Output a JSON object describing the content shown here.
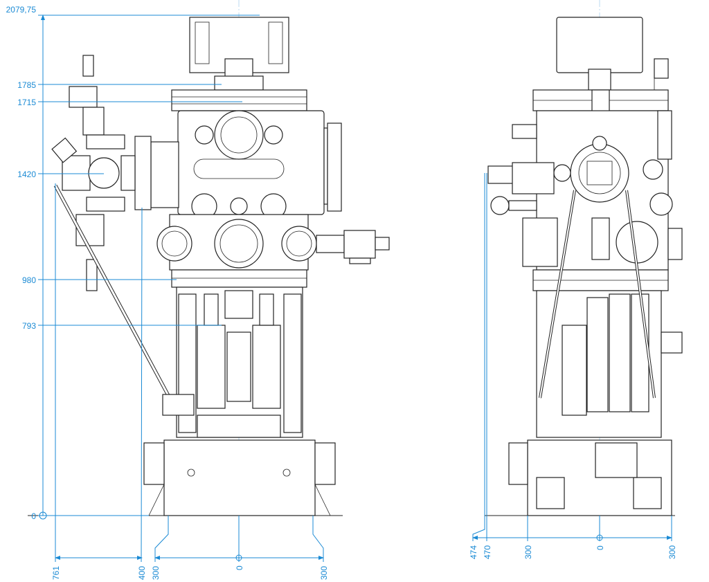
{
  "colors": {
    "dimension": "#1a8ad4",
    "drawing": "#222222"
  },
  "front_view": {
    "vertical_dimensions": [
      "2079,75",
      "1785",
      "1715",
      "1420",
      "980",
      "793",
      "0"
    ],
    "horizontal_dimensions": [
      "761",
      "400",
      "300",
      "0",
      "300"
    ]
  },
  "side_view": {
    "horizontal_dimensions": [
      "474",
      "470",
      "300",
      "0",
      "300"
    ]
  }
}
